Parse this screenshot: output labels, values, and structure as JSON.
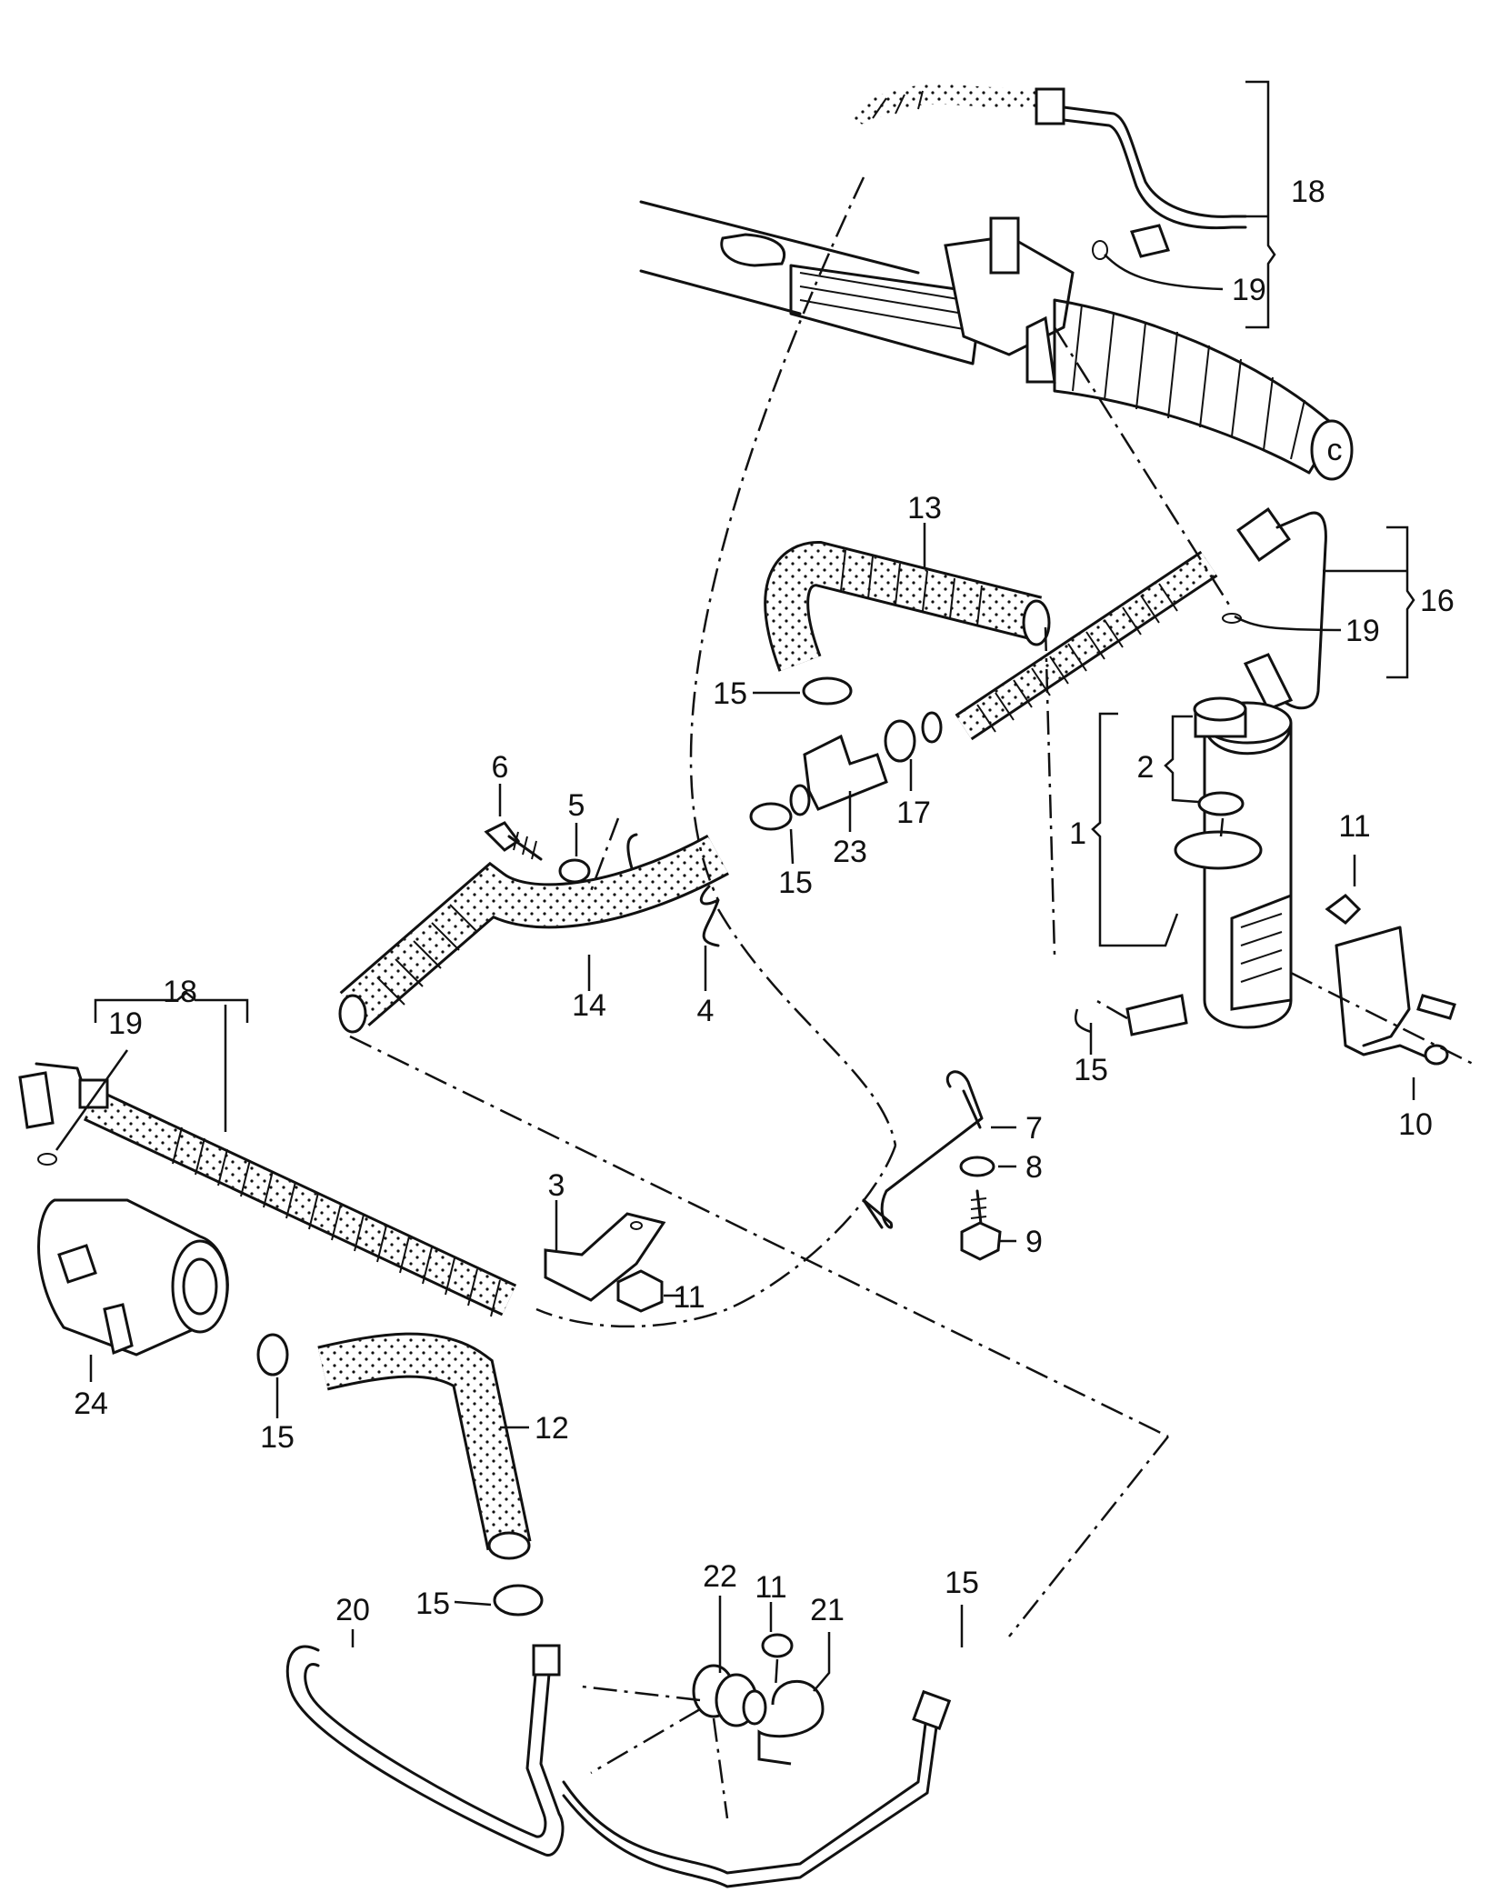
{
  "callouts": {
    "c1": "1",
    "c2": "2",
    "c3": "3",
    "c4": "4",
    "c5": "5",
    "c6": "6",
    "c7": "7",
    "c8": "8",
    "c9": "9",
    "c10": "10",
    "c11a": "11",
    "c11b": "11",
    "c11c": "11",
    "c12": "12",
    "c13": "13",
    "c14": "14",
    "c15a": "15",
    "c15b": "15",
    "c15c": "15",
    "c15d": "15",
    "c15e": "15",
    "c15f": "15",
    "c16": "16",
    "c17": "17",
    "c18a": "18",
    "c18b": "18",
    "c19a": "19",
    "c19b": "19",
    "c19c": "19",
    "c20": "20",
    "c21": "21",
    "c22": "22",
    "c23": "23",
    "c24": "24"
  }
}
